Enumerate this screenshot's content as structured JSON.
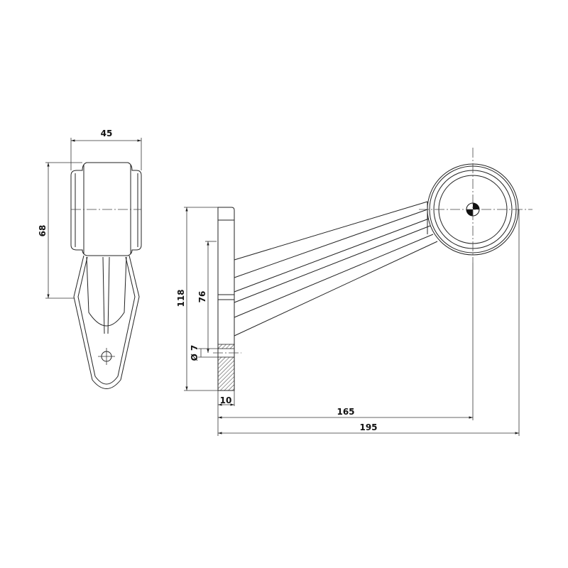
{
  "dimensions": {
    "width_front": "45",
    "height_front": "68",
    "plate_height": "118",
    "hole_spacing": "76",
    "hole_diameter": "Ø 7",
    "plate_thickness": "10",
    "center_distance": "165",
    "overall_length": "195"
  }
}
